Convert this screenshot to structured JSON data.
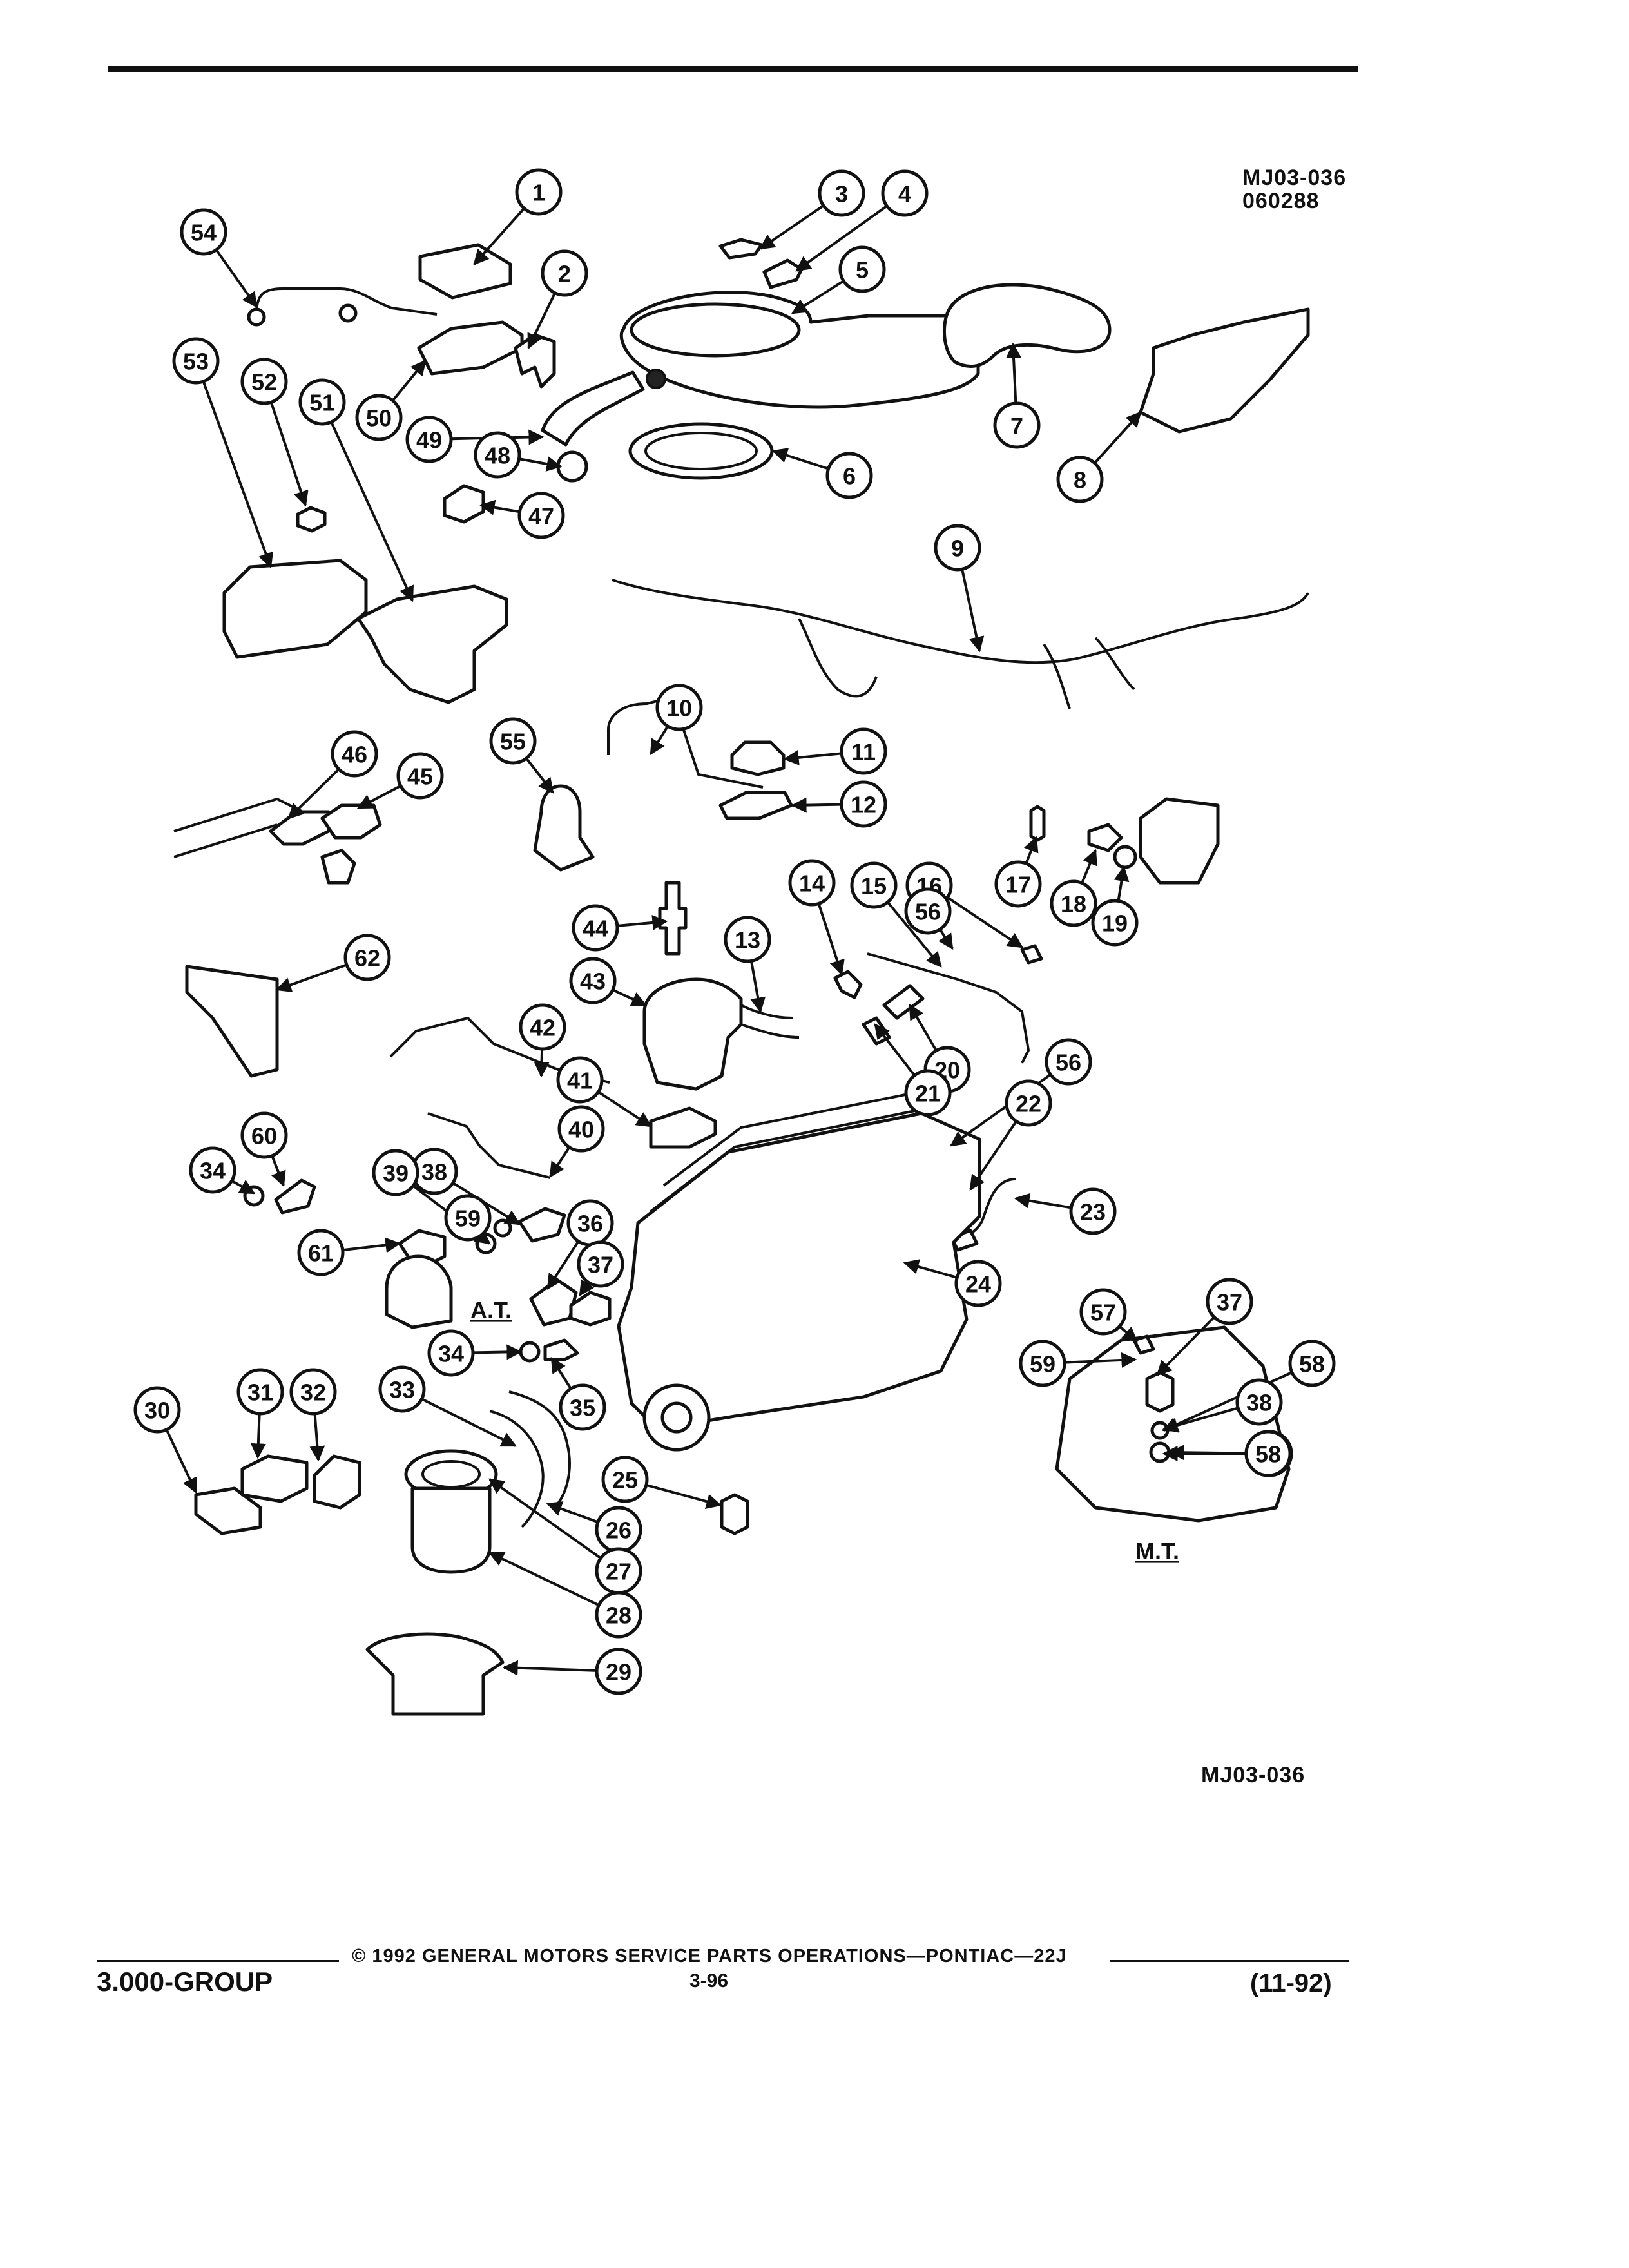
{
  "header": {
    "reference_code": "MJ03-036",
    "reference_date": "060288"
  },
  "diagram": {
    "bottom_code": "MJ03-036",
    "labels": {
      "automatic": "A.T.",
      "manual": "M.T."
    },
    "callouts": [
      "1",
      "2",
      "3",
      "4",
      "5",
      "6",
      "7",
      "8",
      "9",
      "10",
      "11",
      "12",
      "13",
      "14",
      "15",
      "16",
      "17",
      "18",
      "19",
      "20",
      "21",
      "22",
      "23",
      "24",
      "25",
      "26",
      "27",
      "28",
      "29",
      "30",
      "31",
      "32",
      "33",
      "34",
      "35",
      "36",
      "37",
      "38",
      "39",
      "40",
      "41",
      "42",
      "43",
      "44",
      "45",
      "46",
      "47",
      "48",
      "49",
      "50",
      "51",
      "52",
      "53",
      "54",
      "55",
      "56",
      "57",
      "58",
      "59",
      "60",
      "61",
      "62"
    ]
  },
  "footer": {
    "copyright": "© 1992 GENERAL MOTORS SERVICE PARTS OPERATIONS—PONTIAC—22J",
    "group": "3.000-GROUP",
    "page_number": "3-96",
    "date": "(11-92)"
  }
}
